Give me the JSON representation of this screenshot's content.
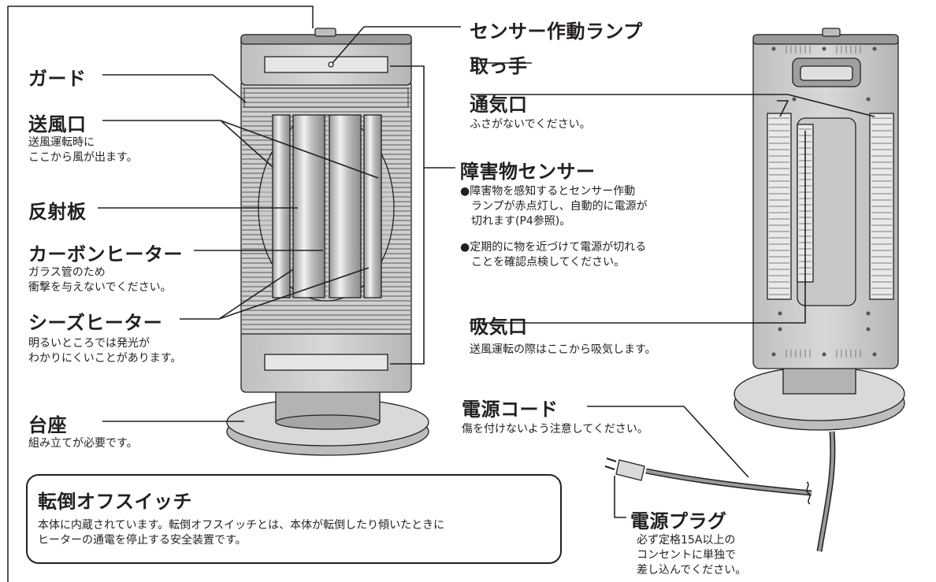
{
  "labels": {
    "sensor_lamp": "センサー作動ランプ",
    "guard": "ガード",
    "outlet": "送風口",
    "outlet_note": "送風運転時に\nここから風が出ます。",
    "reflector": "反射板",
    "carbon_heater": "カーボンヒーター",
    "carbon_note": "ガラス管のため\n衝撃を与えないでください。",
    "sheathed_heater": "シーズヒーター",
    "sheathed_note": "明るいところでは発光が\nわかりにくいことがあります。",
    "base": "台座",
    "base_note": "組み立てが必要です。",
    "handle": "取っ手",
    "vent": "通気口",
    "vent_note": "ふさがないでください。",
    "obstacle_sensor": "障害物センサー",
    "obstacle_note_1": "●障害物を感知するとセンサー作動\n　ランプが赤点灯し、自動的に電源が\n　切れます(P4参照)。",
    "obstacle_note_2": "●定期的に物を近づけて電源が切れる\n　ことを確認点検してください。",
    "intake": "吸気口",
    "intake_note": "送風運転の際はここから吸気します。",
    "power_cord": "電源コード",
    "power_cord_note": "傷を付けないよう注意してください。",
    "plug": "電源プラグ",
    "plug_note": "必ず定格15A以上の\nコンセントに単独で\n差し込んでください。"
  },
  "tip_switch": {
    "title": "転倒オフスイッチ",
    "body": "本体に内蔵されています。転倒オフスイッチとは、本体が転倒したり傾いたときに\nヒーターの通電を停止する安全装置です。"
  }
}
